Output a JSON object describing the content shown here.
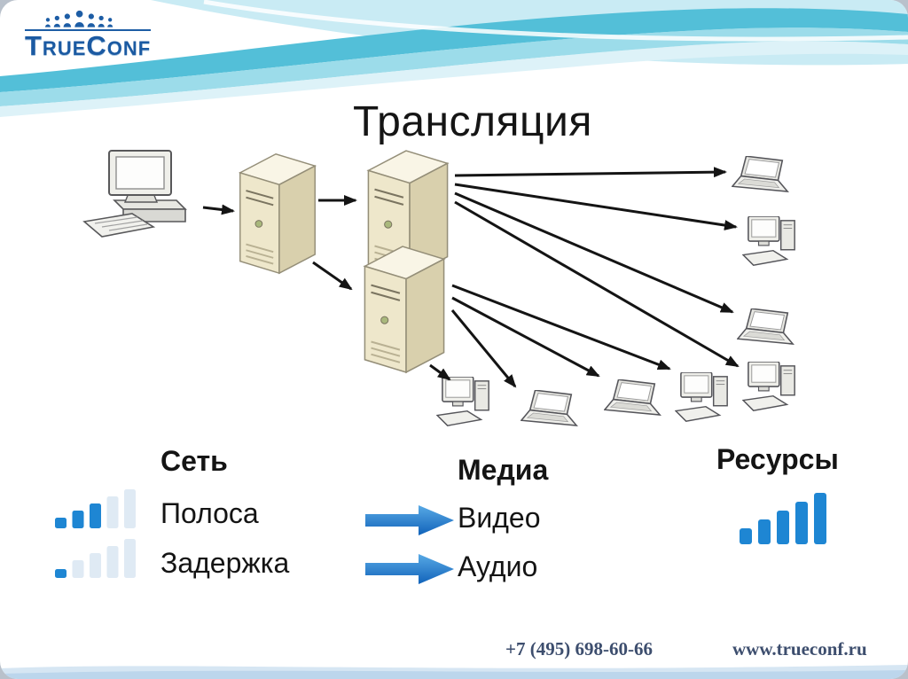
{
  "slide": {
    "logo": {
      "text": "TrueConf"
    },
    "title": "Трансляция",
    "legend": {
      "network": {
        "header": "Сеть",
        "items": [
          "Полоса",
          "Задержка"
        ]
      },
      "media": {
        "header": "Медиа",
        "items": [
          "Видео",
          "Аудио"
        ]
      },
      "resources": {
        "header": "Ресурсы"
      }
    },
    "footer": {
      "phone": "+7 (495) 698-60-66",
      "website": "www.trueconf.ru"
    },
    "icons": {
      "logo_people": "people-row-icon",
      "bandwidth": "bandwidth-bars-icon",
      "latency": "latency-bars-icon",
      "resources": "resources-bars-icon",
      "media_arrows": "arrow-right-icon",
      "diagram_nodes": [
        "desktop-pc-icon",
        "server-tower-icon",
        "laptop-icon"
      ]
    },
    "colors": {
      "accent_blue": "#1e86d3",
      "pale_bar": "#dfeaf4",
      "logo_blue": "#1b5aa2",
      "band_teal": "#53bfd8",
      "footer_text": "#3d4e6e",
      "server_beige": "#eee7cb"
    }
  }
}
